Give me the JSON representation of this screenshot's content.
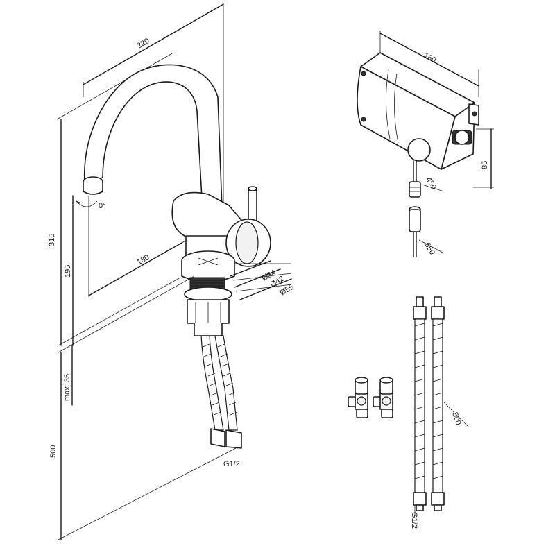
{
  "faucet": {
    "dim_reach": "220",
    "dim_height": "315",
    "dim_spout_height": "195",
    "dim_handle_reach": "180",
    "dim_swivel": "0°",
    "dim_d34": "Ø34",
    "dim_d42": "Ø42",
    "dim_d55": "Ø55",
    "dim_counter": "max. 35",
    "dim_hose": "500",
    "thread": "G1/2"
  },
  "control_box": {
    "dim_length": "160",
    "dim_height": "85",
    "dim_cable1": "450",
    "dim_cable2": "650"
  },
  "accessories": {
    "dim_hose": "500",
    "thread": "G1/2"
  }
}
